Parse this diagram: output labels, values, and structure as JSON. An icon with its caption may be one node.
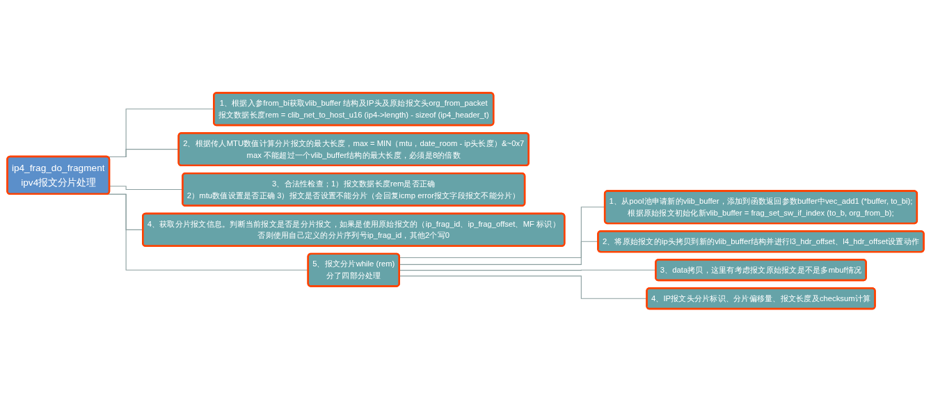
{
  "diagram": {
    "nodes": [
      {
        "text": [
          "ip4_frag_do_fragment",
          "ipv4报文分片处理"
        ]
      },
      {
        "text": [
          "1、根据入参from_bi获取vlib_buffer 结构及IP头及原始报文头org_from_packet",
          "报文数据长度rem = clib_net_to_host_u16 (ip4->length) - sizeof (ip4_header_t)"
        ]
      },
      {
        "text": [
          "2、根据传人MTU数值计算分片报文的最大长度，max = MIN（mtu，date_room - ip头长度）&~0x7",
          "max 不能超过一个vlib_buffer结构的最大长度，必须是8的倍数"
        ]
      },
      {
        "text": [
          "3、合法性检查；1）报文数据长度rem是否正确",
          "2）mtu数值设置是否正确 3）报文是否设置不能分片（会回复icmp error报文字段报文不能分片）"
        ]
      },
      {
        "text": [
          "4、获取分片报文信息。判断当前报文是否是分片报文，如果是使用原始报文的（ip_frag_id、ip_frag_offset、MF 标识）",
          "否则使用自己定义的分片序列号ip_frag_id，其他2个写0"
        ]
      },
      {
        "text": [
          "5、报文分片while (rem)",
          "分了四部分处理"
        ]
      },
      {
        "text": [
          "1、从pool池申请新的vlib_buffer，添加到函数返回参数buffer中vec_add1 (*buffer, to_bi);",
          "根据原始报文初始化新vlib_buffer = frag_set_sw_if_index (to_b, org_from_b);"
        ]
      },
      {
        "text": [
          "2、将原始报文的ip头拷贝到新的vlib_buffer结构并进行l3_hdr_offset、l4_hdr_offset设置动作"
        ]
      },
      {
        "text": [
          "3、data拷贝，这里有考虑报文原始报文是不是多mbuf情况"
        ]
      },
      {
        "text": [
          "4、IP报文头分片标识、分片偏移量、报文长度及checksum计算"
        ]
      }
    ],
    "edges": [
      {
        "from": 0,
        "to": 1,
        "arrow": "none"
      },
      {
        "from": 0,
        "to": 2,
        "arrow": "none"
      },
      {
        "from": 0,
        "to": 3,
        "arrow": "none"
      },
      {
        "from": 0,
        "to": 4,
        "arrow": "none"
      },
      {
        "from": 0,
        "to": 5,
        "arrow": "none"
      },
      {
        "from": 5,
        "to": 6,
        "arrow": "none"
      },
      {
        "from": 5,
        "to": 7,
        "arrow": "none"
      },
      {
        "from": 5,
        "to": 8,
        "arrow": "none"
      },
      {
        "from": 5,
        "to": 9,
        "arrow": "none"
      }
    ]
  }
}
